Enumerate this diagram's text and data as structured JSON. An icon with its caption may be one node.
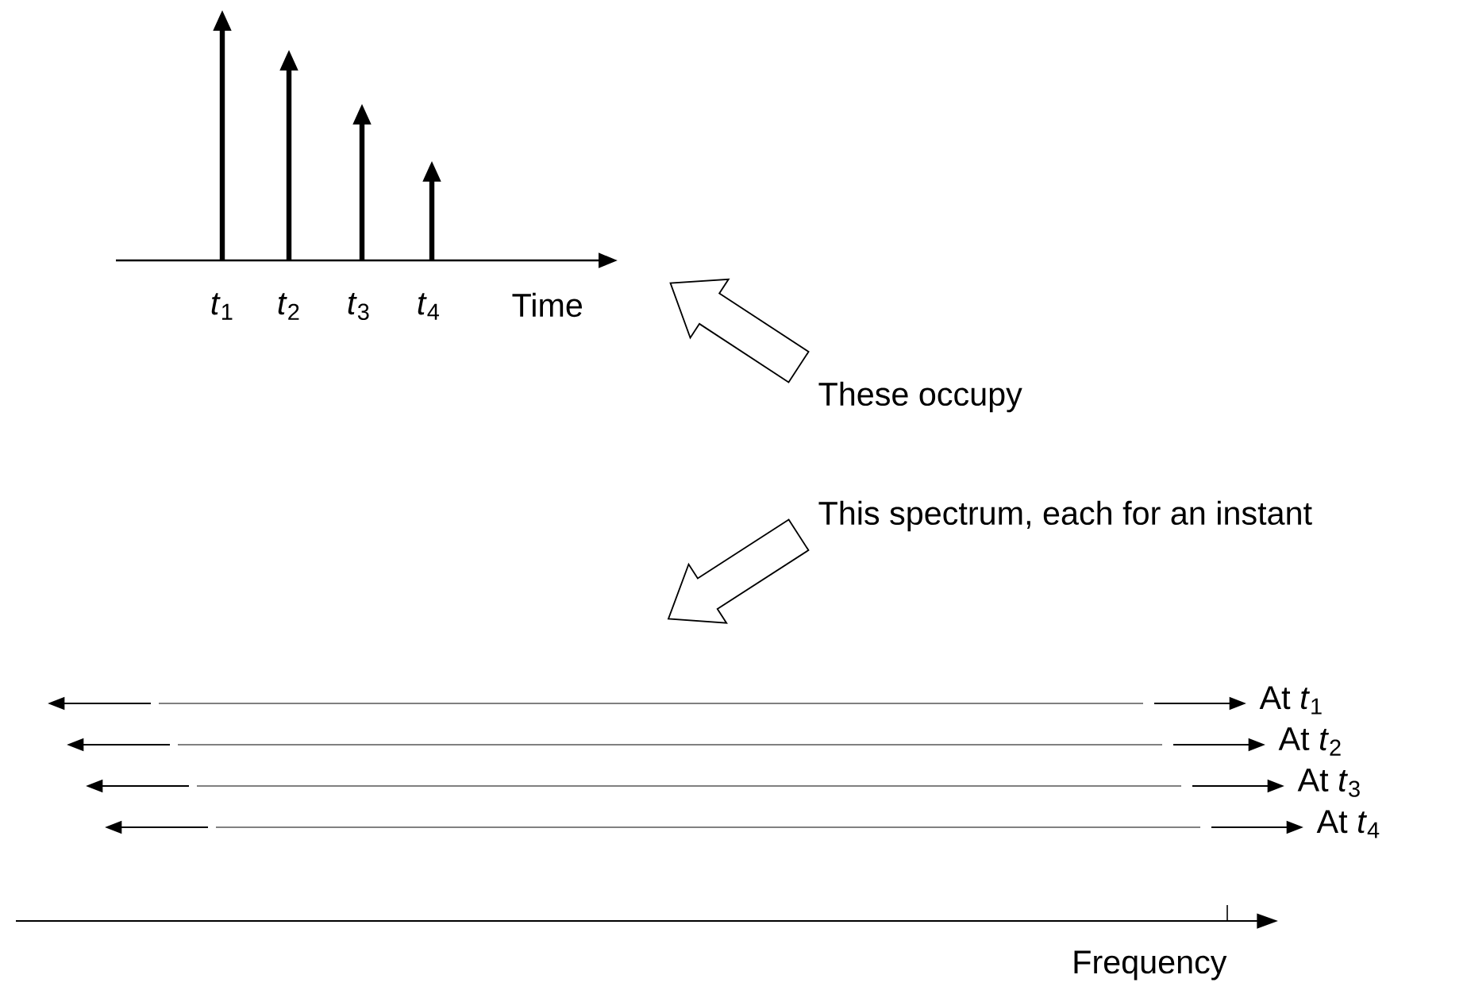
{
  "diagram": {
    "nodes": [
      {
        "text": [],
        "shape": "picture"
      },
      {
        "text": [
          "These occupy"
        ]
      },
      {
        "text": [
          "This spectrum, each for an instant"
        ]
      },
      {
        "text": [],
        "shape": "picture"
      }
    ],
    "edges": [
      {
        "from": 1,
        "to": 0,
        "arrow": "to"
      },
      {
        "from": 2,
        "to": 3,
        "arrow": "to"
      }
    ],
    "labels": [
      "*t*$_{1}$",
      "*t*$_{2}$",
      "*t*$_{3}$",
      "*t*$_{4}$",
      "Time",
      "At *t*$_{1}$",
      "At *t*$_{2}$",
      "At *t*$_{3}$",
      "At *t*$_{4}$",
      "Frequency"
    ]
  }
}
